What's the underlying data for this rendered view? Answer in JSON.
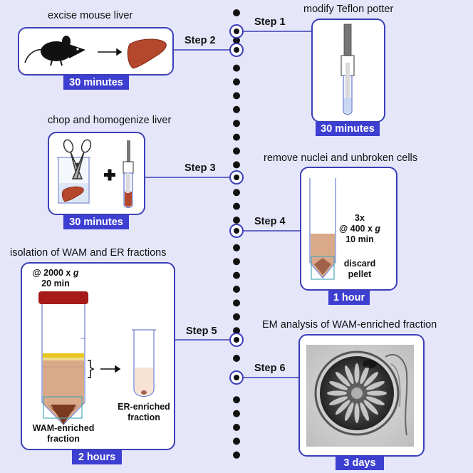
{
  "colors": {
    "accent": "#3d3fd1",
    "border": "#3b3fb8",
    "background": "#e6e6fb",
    "liver": "#b5472c",
    "sediment": "#d9a98a",
    "lid": "#a61a1a"
  },
  "captions": {
    "excise": "excise mouse liver",
    "modify": "modify Teflon potter",
    "chop": "chop and homogenize liver",
    "remove": "remove nuclei and unbroken cells",
    "isolation": "isolation of WAM and ER fractions",
    "em": "EM analysis of WAM-enriched fraction"
  },
  "steps": {
    "s1": "Step 1",
    "s2": "Step 2",
    "s3": "Step 3",
    "s4": "Step 4",
    "s5": "Step 5",
    "s6": "Step 6"
  },
  "times": {
    "excise": "30 minutes",
    "modify": "30 minutes",
    "chop": "30 minutes",
    "remove": "1 hour",
    "isolation": "2 hours",
    "em": "3 days"
  },
  "step4_labels": {
    "line1": "3x",
    "line2_prefix": "@ 400 x ",
    "line2_g": "g",
    "line3": "10 min",
    "discard1": "discard",
    "discard2": "pellet"
  },
  "step5_labels": {
    "speed_prefix": "@ 2000 x ",
    "speed_g": "g",
    "time": "20 min",
    "wam1": "WAM-enriched",
    "wam2": "fraction",
    "er1": "ER-enriched",
    "er2": "fraction"
  },
  "icons": [
    "mouse-icon",
    "arrow-icon",
    "liver-icon",
    "teflon-potter-icon",
    "beaker-icon",
    "scissors-icon",
    "plus-icon",
    "homogenizer-tube-icon",
    "centrifuge-tube-icon",
    "em-micrograph"
  ]
}
